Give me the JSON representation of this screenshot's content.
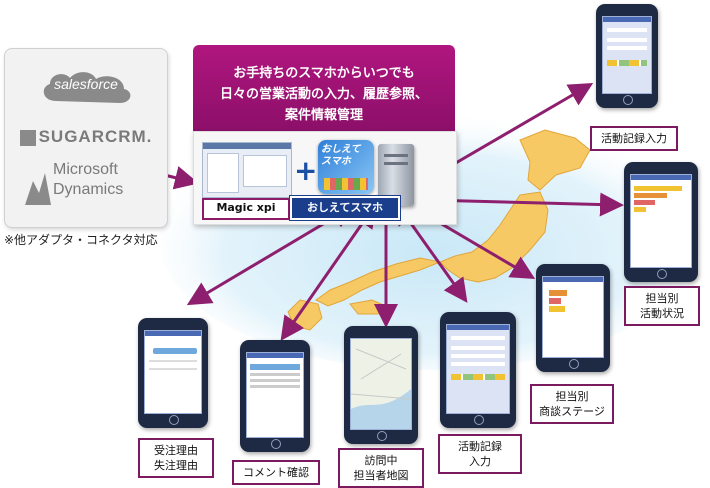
{
  "crm": {
    "salesforce": "salesforce",
    "sugarcrm": "SUGARCRM.",
    "microsoft_line1": "Microsoft",
    "microsoft_line2": "Dynamics",
    "note": "※他アダプタ・コネクタ対応"
  },
  "banner": {
    "line1": "お手持ちのスマホからいつでも",
    "line2": "日々の営業活動の入力、履歴参照、",
    "line3": "案件情報管理"
  },
  "products": {
    "magic_xpi": "Magic xpi",
    "oshiete_label": "おしえてスマホ",
    "oshiete_icon_text": "おしえて スマホ",
    "plus": "+"
  },
  "phones": {
    "activity_input_top": "活動記録入力",
    "activity_status_line1": "担当別",
    "activity_status_line2": "活動状況",
    "negotiation_line1": "担当別",
    "negotiation_line2": "商談ステージ",
    "order_reason_line1": "受注理由",
    "order_reason_line2": "失注理由",
    "comment_check": "コメント確認",
    "visit_map_line1": "訪問中",
    "visit_map_line2": "担当者地図",
    "activity_input_bottom_line1": "活動記録",
    "activity_input_bottom_line2": "入力"
  },
  "colors": {
    "accent": "#8c0f69",
    "arrow": "#8e1f6e",
    "japan": "#f6c964"
  }
}
